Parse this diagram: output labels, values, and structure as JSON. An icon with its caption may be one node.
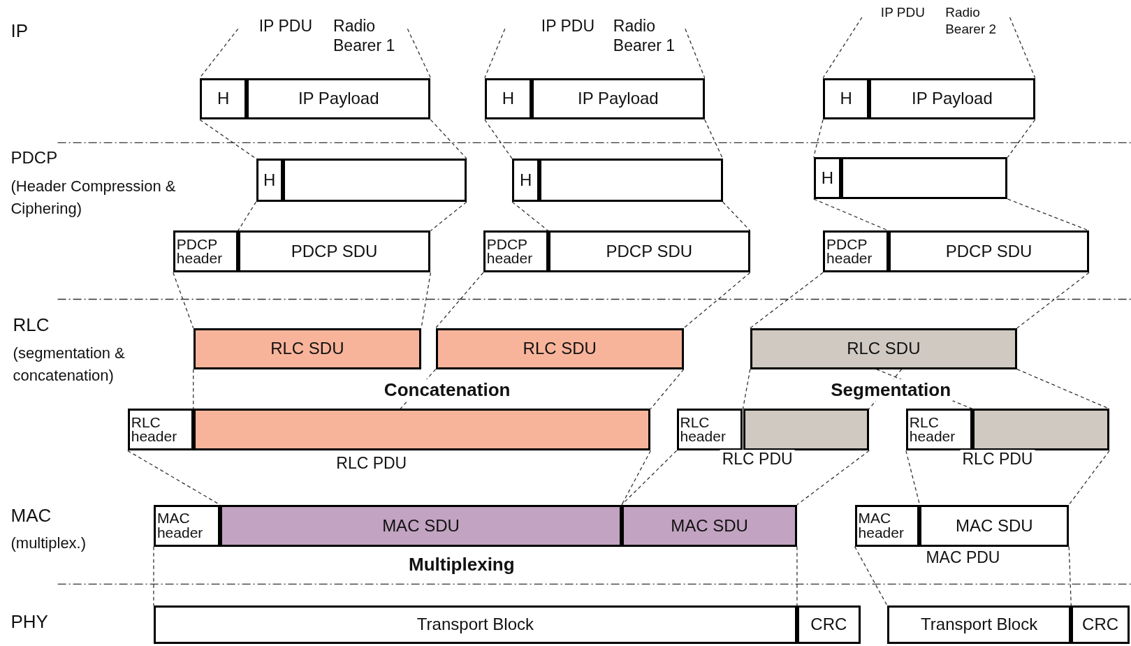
{
  "diagram": {
    "nodes": [
      {
        "text": [
          "IP PDU",
          "Radio Bearer 1"
        ]
      },
      {
        "text": [
          "H"
        ]
      },
      {
        "text": [
          "IP Payload"
        ]
      },
      {
        "text": [
          "H"
        ]
      },
      {
        "text": [],
        "shape": "box"
      },
      {
        "text": [
          "PDCP header"
        ]
      },
      {
        "text": [
          "PDCP SDU"
        ]
      },
      {
        "text": [
          "IP PDU",
          "Radio Bearer 1"
        ]
      },
      {
        "text": [
          "H"
        ]
      },
      {
        "text": [
          "IP Payload"
        ]
      },
      {
        "text": [
          "H"
        ]
      },
      {
        "text": [],
        "shape": "box"
      },
      {
        "text": [
          "PDCP header"
        ]
      },
      {
        "text": [
          "PDCP SDU"
        ]
      },
      {
        "text": [
          "IP PDU",
          "Radio Bearer 2"
        ]
      },
      {
        "text": [
          "H"
        ]
      },
      {
        "text": [
          "IP Payload"
        ]
      },
      {
        "text": [
          "H"
        ]
      },
      {
        "text": [],
        "shape": "box"
      },
      {
        "text": [
          "PDCP header"
        ]
      },
      {
        "text": [
          "PDCP SDU"
        ]
      },
      {
        "text": [
          "RLC SDU"
        ]
      },
      {
        "text": [
          "RLC SDU"
        ]
      },
      {
        "text": [
          "RLC SDU"
        ]
      },
      {
        "text": [
          "RLC header"
        ]
      },
      {
        "text": [],
        "shape": "box"
      },
      {
        "text": [
          "RLC header"
        ]
      },
      {
        "text": [],
        "shape": "box"
      },
      {
        "text": [
          "RLC header"
        ]
      },
      {
        "text": [],
        "shape": "box"
      },
      {
        "text": [
          "MAC header"
        ]
      },
      {
        "text": [
          "MAC SDU"
        ]
      },
      {
        "text": [
          "MAC SDU"
        ]
      },
      {
        "text": [
          "MAC header"
        ]
      },
      {
        "text": [
          "MAC SDU"
        ]
      },
      {
        "text": [
          "Transport Block"
        ]
      },
      {
        "text": [
          "CRC"
        ]
      },
      {
        "text": [
          "Transport Block"
        ]
      },
      {
        "text": [
          "CRC"
        ]
      }
    ],
    "edges": [
      {
        "from": 0,
        "to": 1,
        "arrow": "none",
        "style": "dashed"
      },
      {
        "from": 0,
        "to": 2,
        "arrow": "none",
        "style": "dashed"
      },
      {
        "from": 7,
        "to": 8,
        "arrow": "none",
        "style": "dashed"
      },
      {
        "from": 7,
        "to": 9,
        "arrow": "none",
        "style": "dashed"
      },
      {
        "from": 14,
        "to": 15,
        "arrow": "none",
        "style": "dashed"
      },
      {
        "from": 14,
        "to": 16,
        "arrow": "none",
        "style": "dashed"
      },
      {
        "from": 1,
        "to": 3,
        "arrow": "none",
        "style": "dashed"
      },
      {
        "from": 2,
        "to": 4,
        "arrow": "none",
        "style": "dashed"
      },
      {
        "from": 8,
        "to": 10,
        "arrow": "none",
        "style": "dashed"
      },
      {
        "from": 9,
        "to": 11,
        "arrow": "none",
        "style": "dashed"
      },
      {
        "from": 15,
        "to": 17,
        "arrow": "none",
        "style": "dashed"
      },
      {
        "from": 16,
        "to": 18,
        "arrow": "none",
        "style": "dashed"
      },
      {
        "from": 3,
        "to": 6,
        "arrow": "none",
        "style": "dashed"
      },
      {
        "from": 4,
        "to": 6,
        "arrow": "none",
        "style": "dashed"
      },
      {
        "from": 10,
        "to": 13,
        "arrow": "none",
        "style": "dashed"
      },
      {
        "from": 11,
        "to": 13,
        "arrow": "none",
        "style": "dashed"
      },
      {
        "from": 17,
        "to": 20,
        "arrow": "none",
        "style": "dashed"
      },
      {
        "from": 18,
        "to": 20,
        "arrow": "none",
        "style": "dashed"
      },
      {
        "from": 5,
        "to": 21,
        "arrow": "none",
        "style": "dashed"
      },
      {
        "from": 6,
        "to": 21,
        "arrow": "none",
        "style": "dashed"
      },
      {
        "from": 12,
        "to": 22,
        "arrow": "none",
        "style": "dashed"
      },
      {
        "from": 13,
        "to": 22,
        "arrow": "none",
        "style": "dashed"
      },
      {
        "from": 19,
        "to": 23,
        "arrow": "none",
        "style": "dashed"
      },
      {
        "from": 20,
        "to": 23,
        "arrow": "none",
        "style": "dashed"
      },
      {
        "from": 21,
        "to": 25,
        "arrow": "none",
        "style": "dashed"
      },
      {
        "from": 22,
        "to": 25,
        "arrow": "none",
        "style": "dashed"
      },
      {
        "from": 22,
        "to": 25,
        "arrow": "none",
        "style": "dashed"
      },
      {
        "from": 23,
        "to": 27,
        "arrow": "none",
        "style": "dashed"
      },
      {
        "from": 23,
        "to": 27,
        "arrow": "none",
        "style": "dashed"
      },
      {
        "from": 23,
        "to": 29,
        "arrow": "none",
        "style": "dashed"
      },
      {
        "from": 23,
        "to": 29,
        "arrow": "none",
        "style": "dashed"
      },
      {
        "from": 24,
        "to": 31,
        "arrow": "none",
        "style": "dashed"
      },
      {
        "from": 25,
        "to": 31,
        "arrow": "none",
        "style": "dashed"
      },
      {
        "from": 26,
        "to": 32,
        "arrow": "none",
        "style": "dashed"
      },
      {
        "from": 27,
        "to": 32,
        "arrow": "none",
        "style": "dashed"
      },
      {
        "from": 28,
        "to": 34,
        "arrow": "none",
        "style": "dashed"
      },
      {
        "from": 29,
        "to": 34,
        "arrow": "none",
        "style": "dashed"
      },
      {
        "from": 30,
        "to": 35,
        "arrow": "none",
        "style": "dashed"
      },
      {
        "from": 32,
        "to": 35,
        "arrow": "none",
        "style": "dashed"
      },
      {
        "from": 33,
        "to": 37,
        "arrow": "none",
        "style": "dashed"
      },
      {
        "from": 34,
        "to": 37,
        "arrow": "none",
        "style": "dashed"
      }
    ],
    "labels": [
      "IP",
      "PDCP",
      "(Header Compression & Ciphering)",
      "RLC",
      "(segmentation & concatenation)",
      "Concatenation",
      "Segmentation",
      "RLC PDU",
      "RLC PDU",
      "RLC PDU",
      "MAC",
      "(multiplex.)",
      "MAC PDU",
      "Multiplexing",
      "PHY"
    ]
  }
}
